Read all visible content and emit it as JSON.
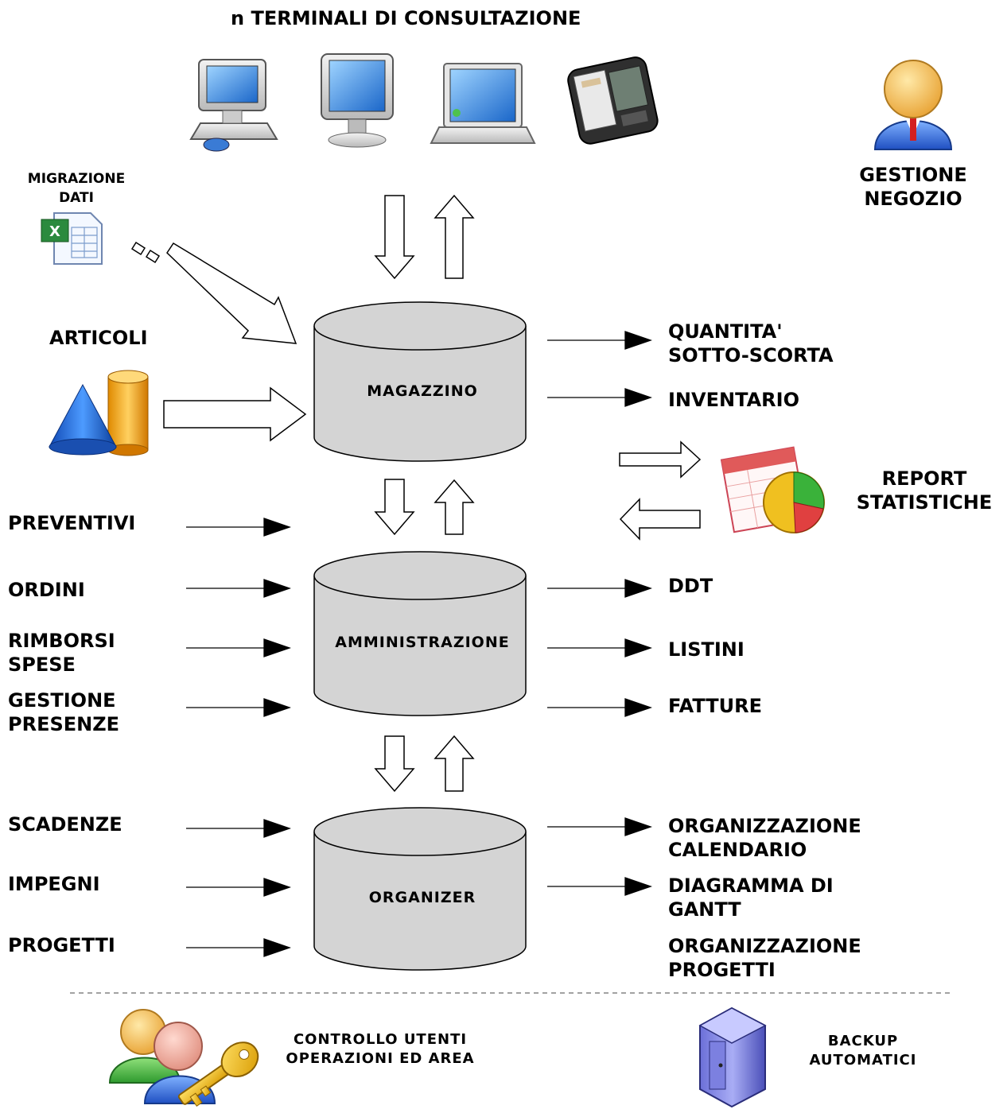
{
  "header": {
    "title": "n  TERMINALI DI CONSULTAZIONE"
  },
  "icons": {
    "desktop": "desktop-computer-icon",
    "monitor": "lcd-monitor-icon",
    "laptop": "laptop-icon",
    "pda": "pda-organizer-icon",
    "manager": "manager-user-icon",
    "spreadsheet": "excel-spreadsheet-icon",
    "shapes": "cone-cylinder-icon",
    "chart": "chart-report-icon",
    "users": "users-key-icon",
    "server": "server-cabinet-icon"
  },
  "labels": {
    "gestione_negozio": [
      "GESTIONE",
      "NEGOZIO"
    ],
    "migrazione_dati": [
      "MIGRAZIONE",
      "DATI"
    ],
    "articoli": "ARTICOLI",
    "quantita": [
      "QUANTITA'",
      "SOTTO-SCORTA"
    ],
    "inventario": "INVENTARIO",
    "report": [
      "REPORT",
      "STATISTICHE"
    ],
    "preventivi": "PREVENTIVI",
    "ordini": "ORDINI",
    "rimborsi": [
      "RIMBORSI",
      "SPESE"
    ],
    "presenze": [
      "GESTIONE",
      "PRESENZE"
    ],
    "ddt": "DDT",
    "listini": "LISTINI",
    "fatture": "FATTURE",
    "scadenze": "SCADENZE",
    "impegni": "IMPEGNI",
    "progetti": "PROGETTI",
    "org_calendario": [
      "ORGANIZZAZIONE",
      "CALENDARIO"
    ],
    "gantt": [
      "DIAGRAMMA DI",
      "GANTT"
    ],
    "org_progetti": [
      "ORGANIZZAZIONE",
      "PROGETTI"
    ],
    "controllo": [
      "CONTROLLO UTENTI",
      "OPERAZIONI ED AREA"
    ],
    "backup": [
      "BACKUP",
      "AUTOMATICI"
    ]
  },
  "databases": {
    "magazzino": "MAGAZZINO",
    "amministrazione": "AMMINISTRAZIONE",
    "organizer": "ORGANIZER"
  },
  "colors": {
    "cylinder_fill": "#d4d4d4",
    "stroke": "#000000",
    "hollow_arrow": "#ffffff"
  }
}
